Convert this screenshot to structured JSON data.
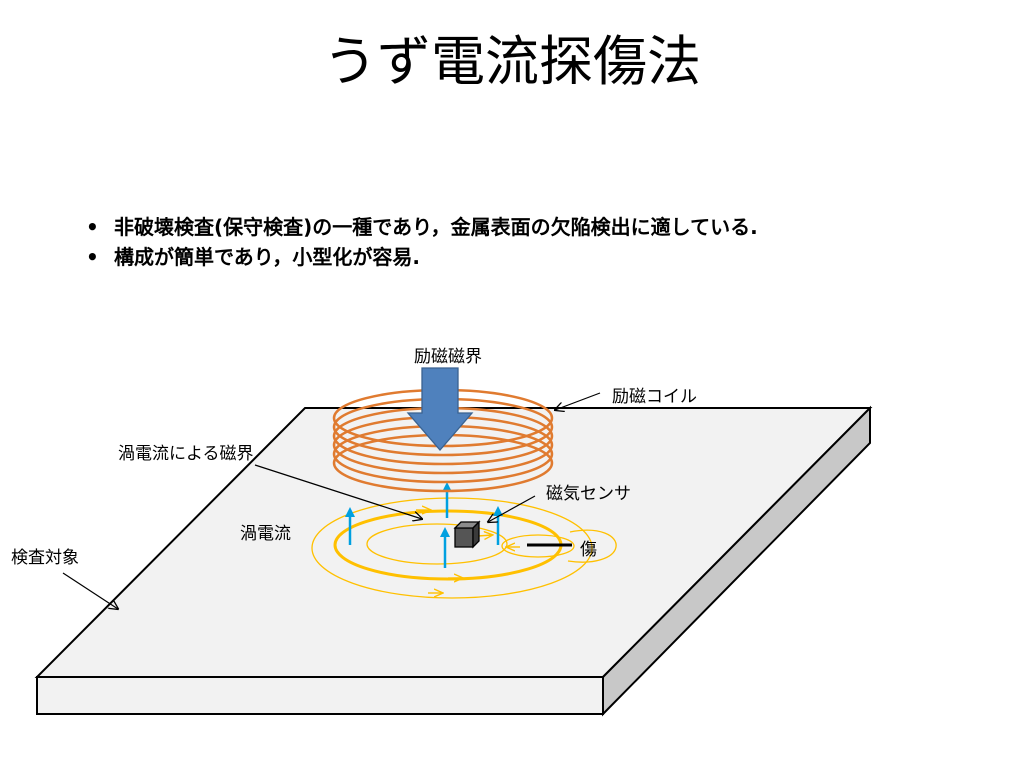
{
  "title": "うず電流探傷法",
  "bullets": [
    "非破壊検査(保守検査)の一種であり，金属表面の欠陥検出に適している.",
    "構成が簡単であり，小型化が容易."
  ],
  "labels": {
    "excitation_field": "励磁磁界",
    "excitation_coil": "励磁コイル",
    "eddy_field": "渦電流による磁界",
    "magnetic_sensor": "磁気センサ",
    "eddy_current": "渦電流",
    "flaw": "傷",
    "test_object": "検査対象"
  },
  "colors": {
    "coil": "#E07B30",
    "field_arrow": "#4F81BD",
    "eddy_current": "#FFC000",
    "eddy_field_arrow": "#00A0E0",
    "plate": "#F2F2F2",
    "plate_side": "#C8C8C8",
    "sensor": "#555555"
  }
}
